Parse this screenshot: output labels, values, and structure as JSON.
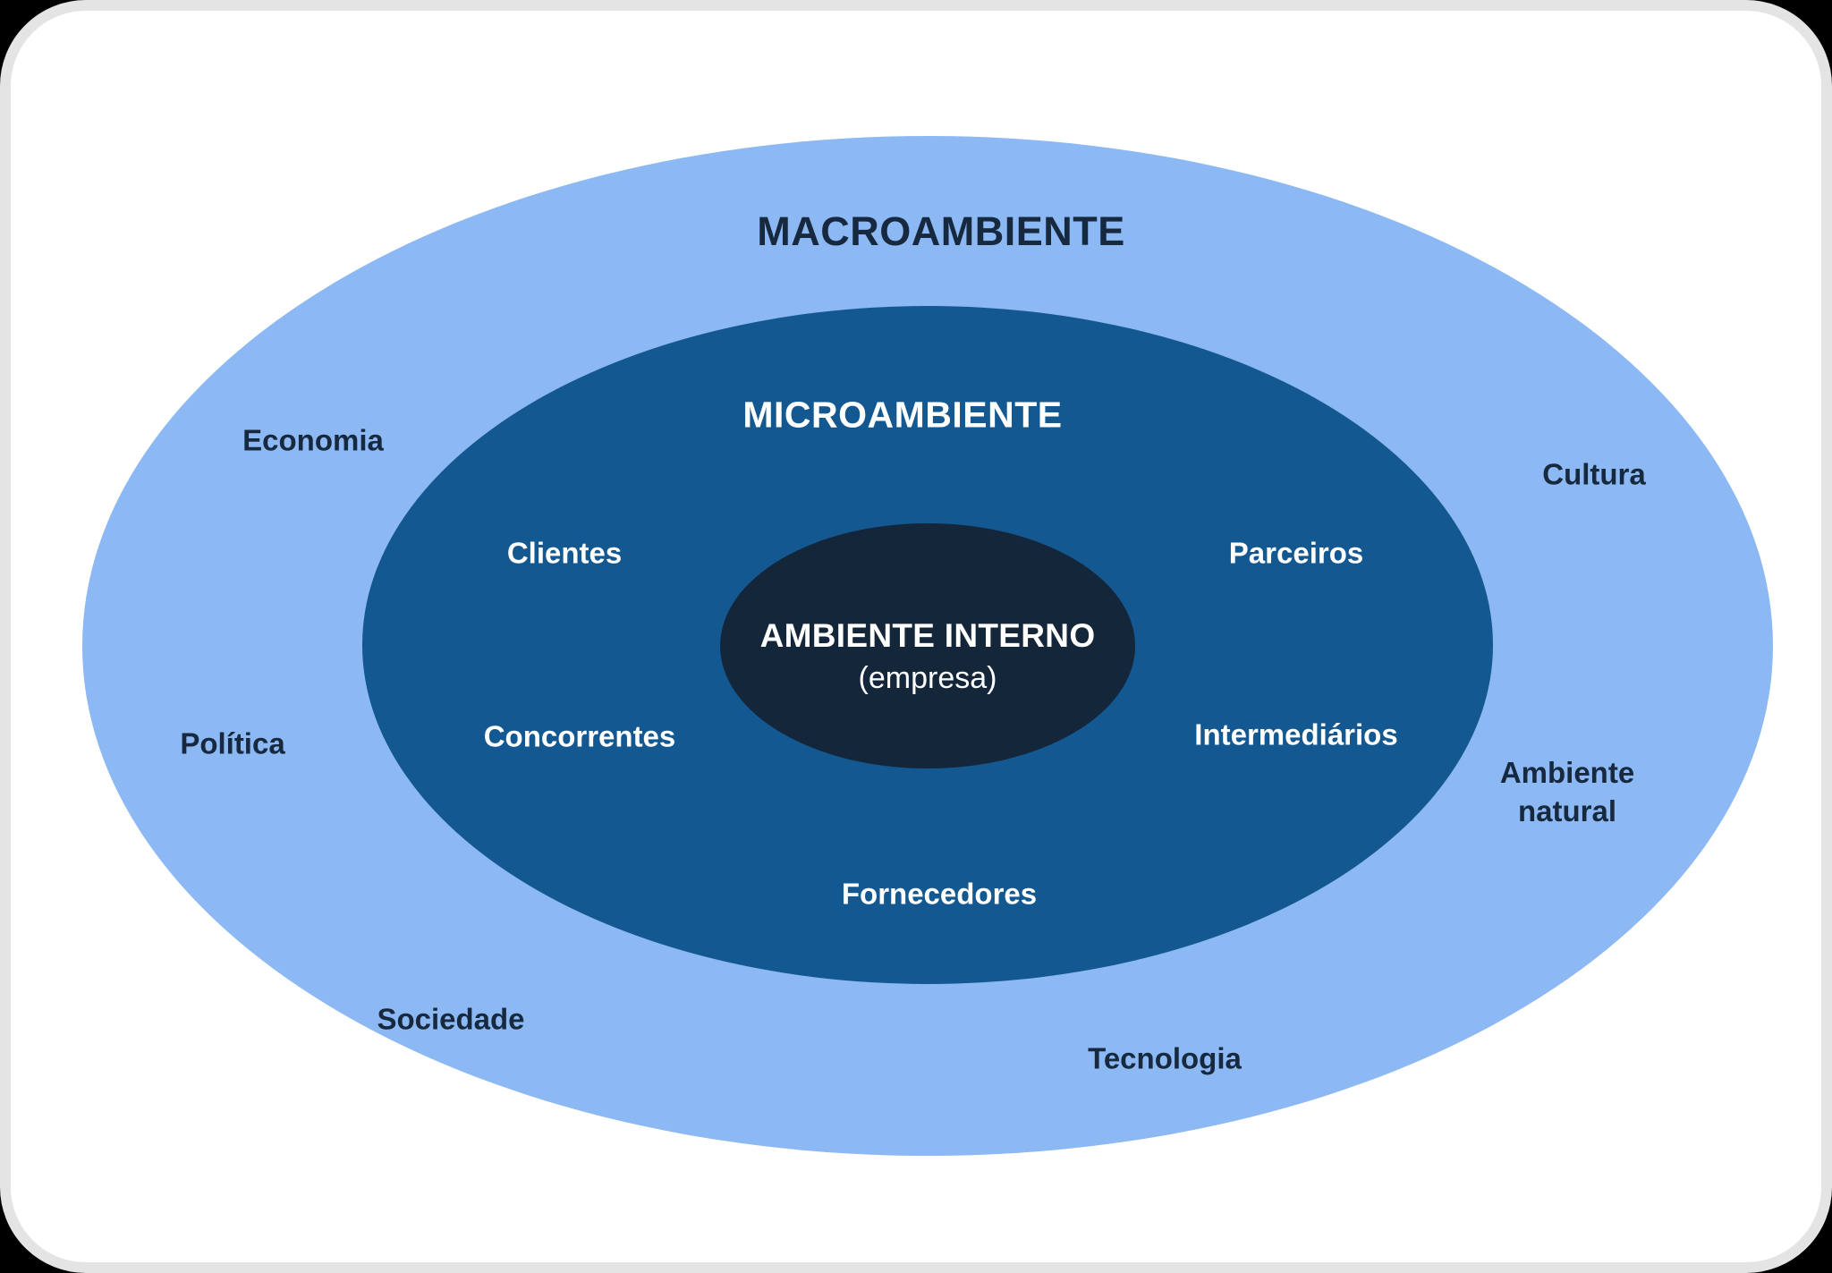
{
  "diagram": {
    "macro": {
      "title": "MACROAMBIENTE",
      "items": {
        "economia": "Economia",
        "cultura": "Cultura",
        "politica": "Política",
        "ambiente_natural": "Ambiente\nnatural",
        "sociedade": "Sociedade",
        "tecnologia": "Tecnologia"
      }
    },
    "micro": {
      "title": "MICROAMBIENTE",
      "items": {
        "clientes": "Clientes",
        "parceiros": "Parceiros",
        "concorrentes": "Concorrentes",
        "intermediarios": "Intermediários",
        "fornecedores": "Fornecedores"
      }
    },
    "interno": {
      "title": "AMBIENTE INTERNO",
      "subtitle": "(empresa)"
    }
  },
  "colors": {
    "macro_fill": "#8cb8f3",
    "micro_fill": "#135890",
    "interno_fill": "#142639",
    "dark_text": "#17293f",
    "light_text": "#ffffff",
    "card_bg": "#ffffff",
    "card_border": "#e4e4e4",
    "page_bg": "#000000"
  }
}
